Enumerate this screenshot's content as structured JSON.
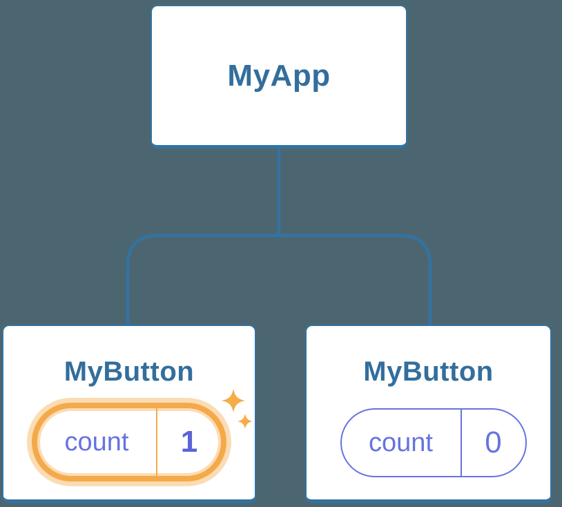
{
  "colors": {
    "background": "#4C6671",
    "node_border": "#3273A3",
    "node_heading": "#336E9C",
    "state_purple": "#6673E0",
    "state_value_bold": "#5A63D8",
    "highlight_orange": "#F4A94A",
    "sparkle_orange": "#F6AC47",
    "node_bg": "#FFFFFF"
  },
  "tree": {
    "root": {
      "label": "MyApp"
    },
    "children": [
      {
        "label": "MyButton",
        "state": {
          "key": "count",
          "value": "1"
        },
        "highlighted": true,
        "icon": "sparkles-icon"
      },
      {
        "label": "MyButton",
        "state": {
          "key": "count",
          "value": "0"
        },
        "highlighted": false
      }
    ]
  }
}
